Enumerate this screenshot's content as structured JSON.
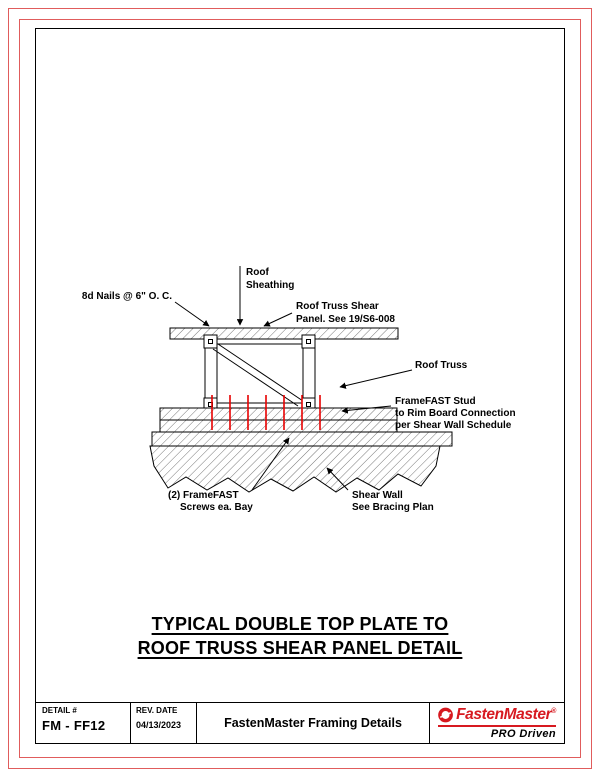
{
  "colors": {
    "page_border_red": "#e05c5c",
    "screw_red": "#e80000",
    "logo_red": "#d71920",
    "line_black": "#000000"
  },
  "drawing": {
    "labels": {
      "nails": "8d Nails @ 6\" O. C.",
      "sheathing": {
        "l1": "Roof",
        "l2": "Sheathing"
      },
      "shear_panel": {
        "l1": "Roof Truss Shear",
        "l2": "Panel. See 19/S6-008"
      },
      "roof_truss": "Roof Truss",
      "stud_connection": {
        "l1": "FrameFAST Stud",
        "l2": "to Rim Board Connection",
        "l3": "per Shear Wall Schedule"
      },
      "screws": {
        "l1": "(2) FrameFAST",
        "l2": "Screws ea. Bay"
      },
      "shear_wall": {
        "l1": "Shear Wall",
        "l2": "See Bracing Plan"
      }
    }
  },
  "title": {
    "line1": "TYPICAL DOUBLE TOP PLATE TO",
    "line2": "ROOF TRUSS SHEAR PANEL DETAIL"
  },
  "title_block": {
    "detail_label": "DETAIL #",
    "detail_value": "FM - FF12",
    "rev_label": "REV. DATE",
    "rev_value": "04/13/2023",
    "sheet_title": "FastenMaster Framing Details",
    "logo": {
      "brand": "FastenMaster",
      "reg": "®",
      "tagline": "PRO Driven"
    }
  }
}
